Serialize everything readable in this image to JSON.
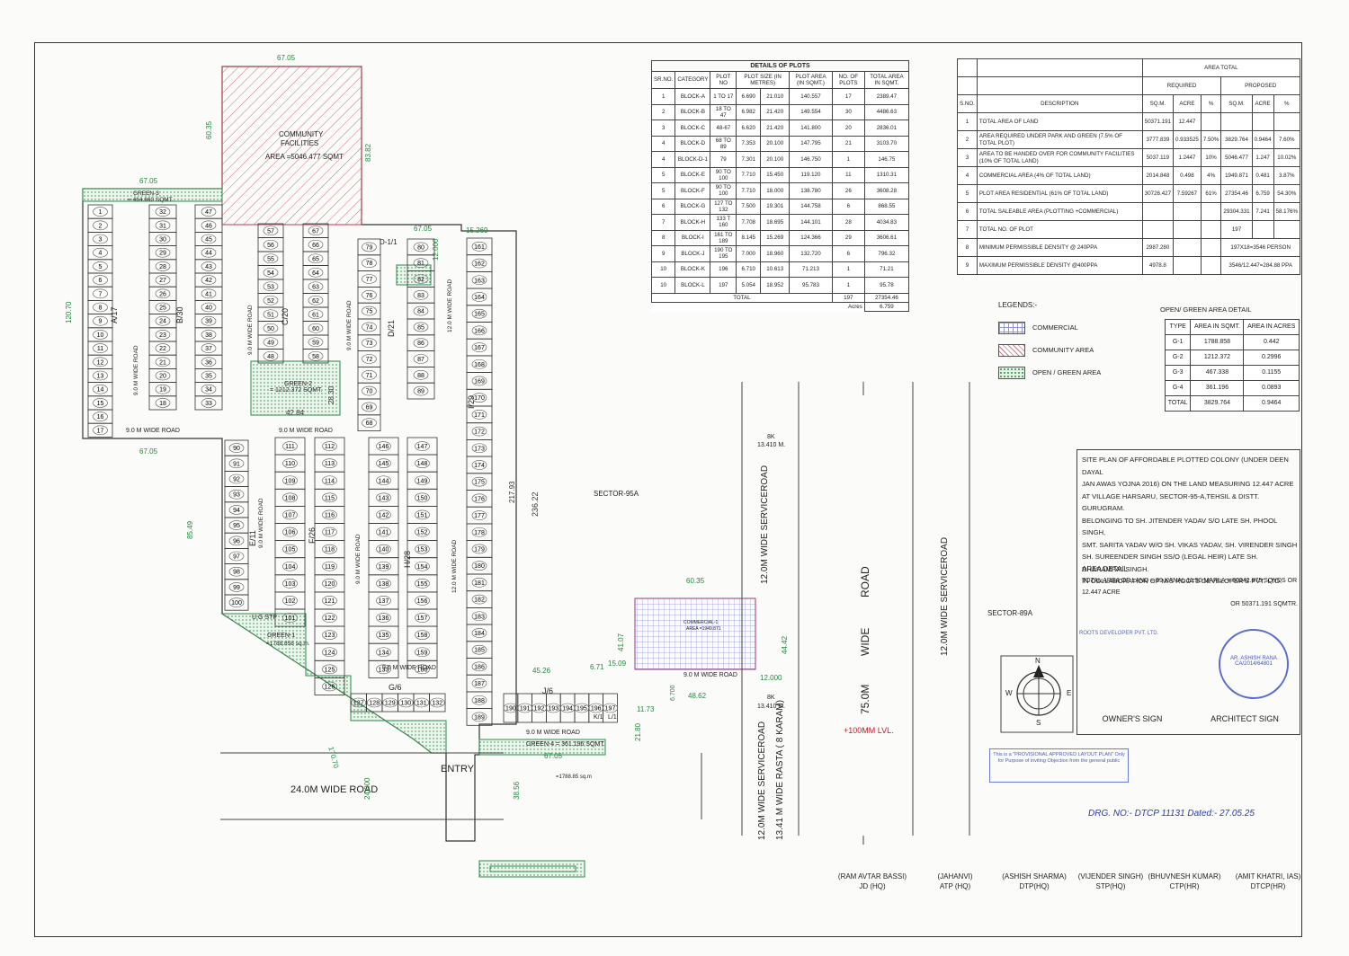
{
  "plots_table": {
    "caption": "DETAILS OF PLOTS",
    "headers": [
      "SR.NO.",
      "CATEGORY",
      "PLOT NO",
      "PLOT SIZE (IN METRES)",
      "",
      "PLOT AREA (IN SQMT.)",
      "NO. OF PLOTS",
      "TOTAL AREA IN SQMT."
    ],
    "rows": [
      [
        "1",
        "BLOCK-A",
        "1 TO 17",
        "6.690",
        "21.010",
        "140.557",
        "17",
        "2389.47"
      ],
      [
        "2",
        "BLOCK-B",
        "18 TO 47",
        "6.982",
        "21.420",
        "149.554",
        "30",
        "4486.63"
      ],
      [
        "3",
        "BLOCK-C",
        "48-67",
        "6.620",
        "21.420",
        "141.800",
        "20",
        "2836.01"
      ],
      [
        "4",
        "BLOCK-D",
        "68 TO 89",
        "7.353",
        "20.100",
        "147.795",
        "21",
        "3103.70"
      ],
      [
        "4",
        "BLOCK-D-1",
        "79",
        "7.301",
        "20.100",
        "146.750",
        "1",
        "146.75"
      ],
      [
        "5",
        "BLOCK-E",
        "90 TO 100",
        "7.710",
        "15.450",
        "119.120",
        "11",
        "1310.31"
      ],
      [
        "5",
        "BLOCK-F",
        "90 TO 100",
        "7.710",
        "18.000",
        "138.780",
        "26",
        "3608.28"
      ],
      [
        "6",
        "BLOCK-G",
        "127 TO 132",
        "7.500",
        "19.301",
        "144.758",
        "6",
        "868.55"
      ],
      [
        "7",
        "BLOCK-H",
        "133 T 160",
        "7.708",
        "18.695",
        "144.101",
        "28",
        "4034.83"
      ],
      [
        "8",
        "BLOCK-I",
        "161 TO 189",
        "8.145",
        "15.269",
        "124.366",
        "29",
        "3606.61"
      ],
      [
        "9",
        "BLOCK-J",
        "190 TO 195",
        "7.000",
        "18.960",
        "132.720",
        "6",
        "796.32"
      ],
      [
        "10",
        "BLOCK-K",
        "196",
        "6.710",
        "10.613",
        "71.213",
        "1",
        "71.21"
      ],
      [
        "10",
        "BLOCK-L",
        "197",
        "5.054",
        "18.952",
        "95.783",
        "1",
        "95.78"
      ]
    ],
    "total_label": "TOTAL",
    "total_plots": "197",
    "total_area": "27354.46",
    "acres_label": "Acres",
    "acres_value": "6.759"
  },
  "area_table": {
    "title": "AREA TOTAL",
    "required": "REQUIRED",
    "proposed": "PROPOSED",
    "headers": [
      "S.NO.",
      "DESCRIPTION",
      "SQ.M.",
      "ACRE",
      "%",
      "SQ.M.",
      "ACRE",
      "%"
    ],
    "rows": [
      [
        "1",
        "TOTAL AREA OF LAND",
        "50371.191",
        "12.447",
        "",
        "",
        "",
        ""
      ],
      [
        "2",
        "AREA REQUIRED UNDER PARK AND GREEN (7.5% OF TOTAL PLOT)",
        "3777.839",
        "0.933525",
        "7.50%",
        "3829.764",
        "0.9464",
        "7.60%"
      ],
      [
        "3",
        "AREA TO BE HANDED OVER FOR COMMUNITY FACILITIES (10% OF TOTAL LAND)",
        "5037.119",
        "1.2447",
        "10%",
        "5046.477",
        "1.247",
        "10.02%"
      ],
      [
        "4",
        "COMMERCIAL AREA (4% OF TOTAL LAND)",
        "2014.848",
        "0.498",
        "4%",
        "1949.871",
        "0.481",
        "3.87%"
      ],
      [
        "5",
        "PLOT AREA RESIDENTIAL (61% OF TOTAL LAND)",
        "30726.427",
        "7.59267",
        "61%",
        "27354.46",
        "6.759",
        "54.30%"
      ],
      [
        "6",
        "TOTAL SALEABLE AREA (PLOTTING +COMMERCIAL)",
        "",
        "",
        "",
        "29304.331",
        "7.241",
        "58.176%"
      ],
      [
        "7",
        "TOTAL NO. OF PLOT",
        "",
        "",
        "",
        "197",
        "",
        ""
      ],
      [
        "8",
        "MINIMUM PERMISSIBLE DENSITY @ 240PPA",
        "2987.280",
        "",
        "",
        "197X18=3546 PERSON",
        "",
        ""
      ],
      [
        "9",
        "MAXIMUM PERMISSIBLE DENSITY @400PPA",
        "4978.8",
        "",
        "",
        "3546/12.447=284.88 PPA",
        "",
        ""
      ]
    ]
  },
  "legend": {
    "title": "LEGENDS:-",
    "items": [
      "COMMERCIAL",
      "COMMUNITY AREA",
      "OPEN / GREEN AREA"
    ]
  },
  "open_green": {
    "title": "OPEN/ GREEN AREA DETAIL",
    "headers": [
      "TYPE",
      "AREA IN SQMT.",
      "AREA IN ACRES"
    ],
    "rows": [
      [
        "G-1",
        "1788.858",
        "0.442"
      ],
      [
        "G-2",
        "1212.372",
        "0.2996"
      ],
      [
        "G-3",
        "467.338",
        "0.1155"
      ],
      [
        "G-4",
        "361.196",
        "0.0893"
      ]
    ],
    "total": [
      "TOTAL",
      "3829.764",
      "0.9464"
    ]
  },
  "site_plan_text": [
    "SITE PLAN OF AFFORDABLE PLOTTED COLONY (UNDER DEEN DAYAL",
    "JAN AWAS YOJNA 2016) ON  THE LAND MEASURING 12.447 ACRE",
    "AT VILLAGE HARSARU, SECTOR-95-A,TEHSIL & DISTT. GURUGRAM.",
    "BELONGING TO SH. JITENDER YADAV S/O LATE SH. PHOOL SINGH,",
    "SMT. SARITA YADAV W/O SH. VIKAS YADAV, SH. VIRENDER SINGH",
    "SH. SUREENDER SINGH SS/O (LEGAL HEIR) LATE SH. DHARAMPAL SINGH.",
    "IN COLLABORATION OF M/S ROOTS DEVELOPER'S PVT. LTD."
  ],
  "area_detail": {
    "heading": "AREA DETAIL",
    "line1": "TOTAL AREA OF LAND = 99 KANAL  11.50 MARLA = 60242.875 SQYDS OR 12.447 ACRE",
    "line2": "OR 50371.191 SQMTR."
  },
  "owner_sign": "OWNER'S SIGN",
  "architect_sign": "ARCHITECT SIGN",
  "stamp_text": "This is a \"PROVISIONAL APPROVED LAYOUT PLAN\" Only for Purpose of inviting Objection from the general public",
  "architect_stamp": "AR. ASHISH RANA CA/2014/64801",
  "owner_stamp": "ROOTS DEVELOPER PVT. LTD.",
  "drawing_no": "DRG. NO:- DTCP 11131 Dated:- 27.05.25",
  "level_note": "+100MM LVL.",
  "signatories": [
    {
      "name": "(RAM AVTAR BASSI)",
      "post": "JD (HQ)"
    },
    {
      "name": "(JAHANVI)",
      "post": "ATP (HQ)"
    },
    {
      "name": "(ASHISH SHARMA)",
      "post": "DTP(HQ)"
    },
    {
      "name": "(VIJENDER SINGH)",
      "post": "STP(HQ)"
    },
    {
      "name": "(BHUVNESH KUMAR)",
      "post": "CTP(HR)"
    },
    {
      "name": "(AMIT KHATRI, IAS)",
      "post": "DTCP(HR)"
    }
  ],
  "plan": {
    "community": [
      "COMMUNITY",
      "FACILITIES",
      "AREA =5046.477 SQMT"
    ],
    "commercial": [
      "COMMERCIAL-1",
      "AREA =1949.871"
    ],
    "green1": [
      "GREEN-1",
      "=1788.858 sq.m."
    ],
    "green2": [
      "GREEN-2",
      "= 1212.372 SQMT."
    ],
    "green3": [
      "GREEN-3",
      "= 464.660 SQMT."
    ],
    "green4": "GREEN-4  = 361.196 SQMT.",
    "ugstp": "U.G STP",
    "entry": "ENTRY",
    "road24": "24.0M WIDE ROAD",
    "road75": [
      "75.0M",
      "WIDE",
      "ROAD"
    ],
    "service_road": "12.0M WIDE SERVICEROAD",
    "service_road_left": "12.0M WIDE SERVICEROAD",
    "rasta": "13.41 M WIDE RASTA ( 8 KARAM)",
    "road9": "9.0 M WIDE ROAD",
    "road12": "12.0 M WIDE ROAD",
    "sector95a": "SECTOR-95A",
    "sector89a": "SECTOR-89A",
    "dims": {
      "d6705": "67.05",
      "d6035": "60.35",
      "d8382": "83.82",
      "d12070": "120.70",
      "d8549": "85.49",
      "d17070": "170.70",
      "d24000": "24.000",
      "d3856": "38.56",
      "d21793": "217.93",
      "d23622": "236.22",
      "d15269": "15.269",
      "d12000": "12.000",
      "d2830": "28.30",
      "d4284": "42.84",
      "d4526": "45.26",
      "d671": "6.71",
      "d1509": "15.09",
      "d4107": "41.07",
      "d4442": "44.42",
      "d4862": "48.62",
      "d1173": "11.73",
      "d2180": "21.80",
      "d6700": "6.700",
      "d8k": "8K",
      "d13410": "13.410 M.",
      "g1area": "=1788.85 sq.m"
    },
    "blocks": {
      "A": "A/17",
      "B": "B/30",
      "C": "C/20",
      "D": "D/21",
      "D1": "D-1/1",
      "E": "E/11",
      "F": "F/26",
      "G": "G/6",
      "H": "H/28",
      "I": "I/29",
      "J": "J/6",
      "K": "K/1",
      "L": "L/1"
    }
  },
  "compass": {
    "n": "N",
    "s": "S",
    "e": "E",
    "w": "W"
  }
}
